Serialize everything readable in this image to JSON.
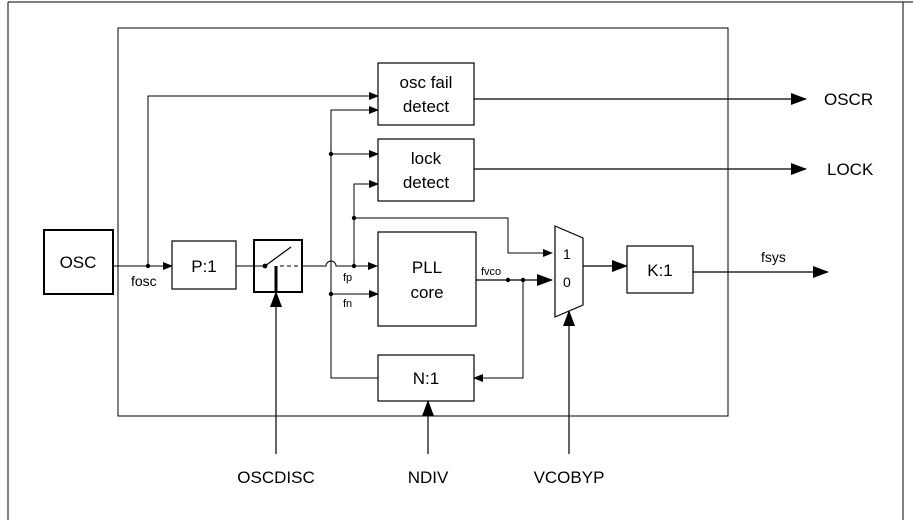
{
  "blocks": {
    "osc": "OSC",
    "prediv": "P:1",
    "osc_fail_line1": "osc fail",
    "osc_fail_line2": "detect",
    "lock_line1": "lock",
    "lock_line2": "detect",
    "pll_line1": "PLL",
    "pll_line2": "core",
    "ndiv_block": "N:1",
    "kdiv_block": "K:1"
  },
  "mux": {
    "input1": "1",
    "input0": "0"
  },
  "signals": {
    "fosc": "fosc",
    "fp": "fp",
    "fn": "fn",
    "fvco": "fvco",
    "fsys": "fsys"
  },
  "outputs": {
    "oscr": "OSCR",
    "lock": "LOCK"
  },
  "controls": {
    "oscdisc": "OSCDISC",
    "ndiv": "NDIV",
    "vcobyp": "VCOBYP"
  },
  "colors": {
    "ink": "#000000",
    "background": "#ffffff"
  }
}
